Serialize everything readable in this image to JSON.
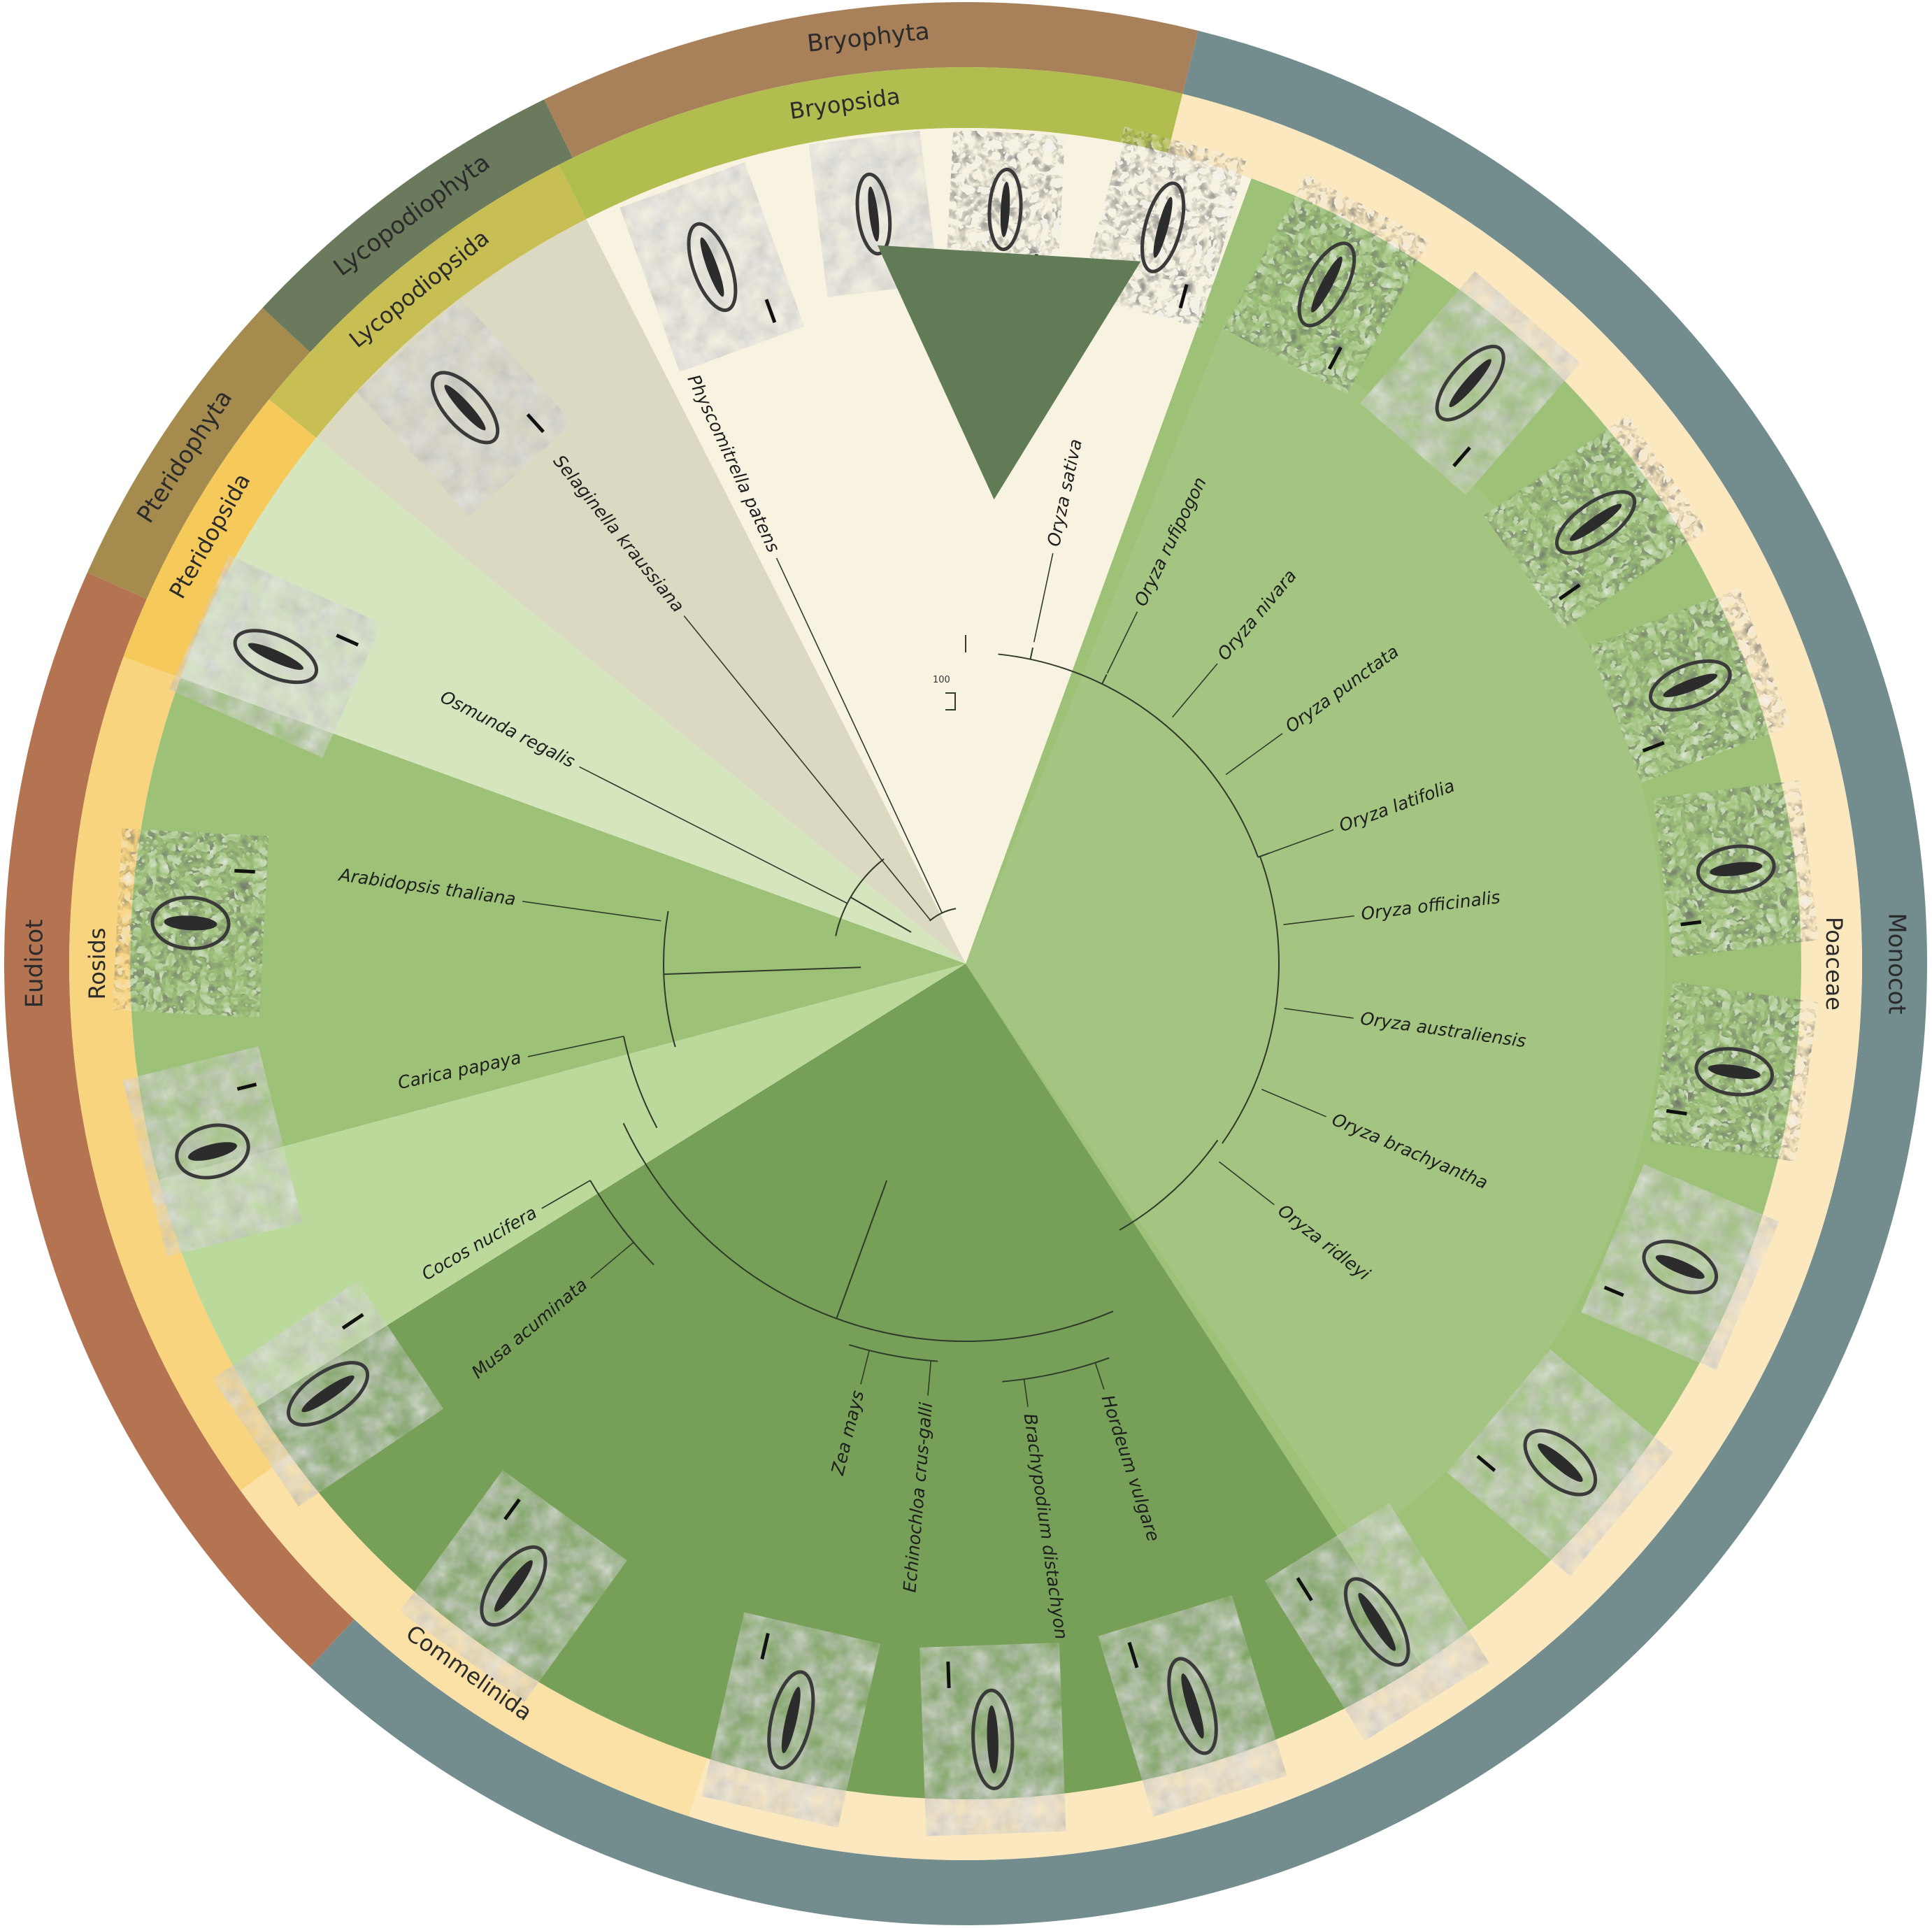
{
  "outer_ring": [
    {
      "id": "monocot",
      "label": "Monocot",
      "color": "#738d8f"
    },
    {
      "id": "eudicot",
      "label": "Eudicot",
      "color": "#b47452"
    },
    {
      "id": "pteridophyta",
      "label": "Pteridophyta",
      "color": "#a58c4e"
    },
    {
      "id": "lycopodiophyta",
      "label": "Lycopodiophyta",
      "color": "#6b7a5c"
    },
    {
      "id": "bryophyta",
      "label": "Bryophyta",
      "color": "#a88059"
    }
  ],
  "middle_ring": [
    {
      "id": "poaceae",
      "label": "Poaceae",
      "color": "#fbe8bf"
    },
    {
      "id": "commelinida",
      "label": "Commelinida",
      "color": "#fbe1a6"
    },
    {
      "id": "rosids",
      "label": "Rosids",
      "color": "#f8d47e"
    },
    {
      "id": "pteridopsida",
      "label": "Pteridopsida",
      "color": "#f6c95b"
    },
    {
      "id": "lycopodiopsida",
      "label": "Lycopodiopsida",
      "color": "#c8bf54"
    },
    {
      "id": "bryopsida",
      "label": "Bryopsida",
      "color": "#b1bd4f"
    }
  ],
  "inner_colors": {
    "oryza": "#9cc177",
    "grasses": "#76a057",
    "commelinid_other": "#bcd99c",
    "rosids": "#9cc177",
    "fern": "#d5e6bf",
    "lycophyte": "#dcd9c3",
    "moss": "#f8f3e1",
    "collapsed_clade": "#617b57"
  },
  "bootstrap_label": "100",
  "species": [
    {
      "id": "oryza-sativa",
      "name": "Oryza sativa"
    },
    {
      "id": "oryza-rufipogon",
      "name": "Oryza rufipogon"
    },
    {
      "id": "oryza-nivara",
      "name": "Oryza nivara"
    },
    {
      "id": "oryza-punctata",
      "name": "Oryza punctata"
    },
    {
      "id": "oryza-latifolia",
      "name": "Oryza latifolia"
    },
    {
      "id": "oryza-officinalis",
      "name": "Oryza officinalis"
    },
    {
      "id": "oryza-australiensis",
      "name": "Oryza australiensis"
    },
    {
      "id": "oryza-brachyantha",
      "name": "Oryza brachyantha"
    },
    {
      "id": "oryza-ridleyi",
      "name": "Oryza ridleyi"
    },
    {
      "id": "hordeum-vulgare",
      "name": "Hordeum vulgare"
    },
    {
      "id": "brachypodium-distachyon",
      "name": "Brachypodium distachyon"
    },
    {
      "id": "echinochloa-crus-galli",
      "name": "Echinochloa crus-galli"
    },
    {
      "id": "zea-mays",
      "name": "Zea mays"
    },
    {
      "id": "musa-acuminata",
      "name": "Musa acuminata"
    },
    {
      "id": "cocos-nucifera",
      "name": "Cocos nucifera"
    },
    {
      "id": "carica-papaya",
      "name": "Carica papaya"
    },
    {
      "id": "arabidopsis-thaliana",
      "name": "Arabidopsis thaliana"
    },
    {
      "id": "osmunda-regalis",
      "name": "Osmunda regalis"
    },
    {
      "id": "selaginella-kraussiana",
      "name": "Selaginella kraussiana"
    },
    {
      "id": "physcomitrella-patens",
      "name": "Physcomitrella patens"
    }
  ]
}
